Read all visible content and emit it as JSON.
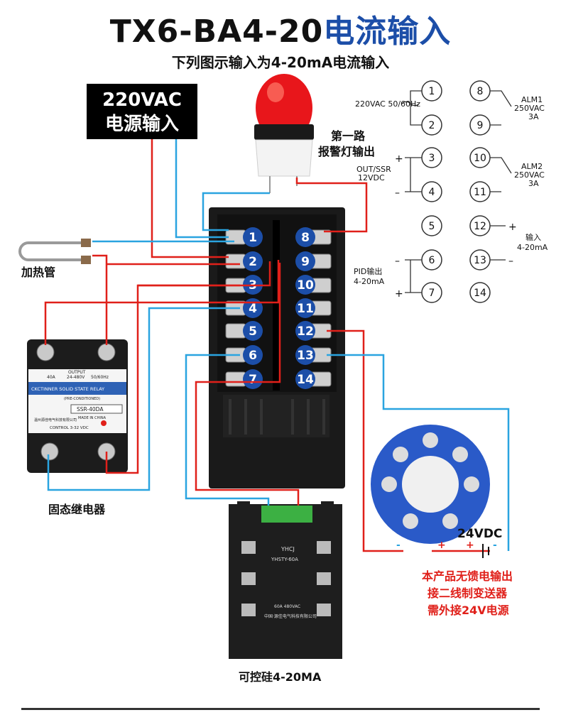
{
  "header": {
    "title_main": "TX6-BA4-20",
    "title_accent": "电流输入",
    "subtitle": "下列图示输入为4-20mA电流输入"
  },
  "power": {
    "line1": "220VAC",
    "line2": "电源输入"
  },
  "alarm_light": {
    "line1": "第一路",
    "line2": "报警灯输出"
  },
  "heater_label": "加热管",
  "ssr_label": "固态继电器",
  "scr_label": "可控硅4-20MA",
  "transmitter": {
    "voltage": "24VDC",
    "note1": "本产品无馈电输出",
    "note2": "接二线制变送器",
    "note3": "需外接24V电源"
  },
  "terminal_numbers_left": [
    "1",
    "2",
    "3",
    "4",
    "5",
    "6",
    "7"
  ],
  "terminal_numbers_right": [
    "8",
    "9",
    "10",
    "11",
    "12",
    "13",
    "14"
  ],
  "pin_legend": {
    "power_label": "220VAC\n50/60Hz",
    "out_ssr": "OUT/SSR",
    "out_12v": "12VDC",
    "pid_out": "PID输出",
    "pid_range": "4-20mA",
    "alm1": "ALM1",
    "alm1_spec": "250VAC",
    "alm1_a": "3A",
    "alm2": "ALM2",
    "alm2_spec": "250VAC",
    "alm2_a": "3A",
    "input": "输入",
    "input_range": "4-20mA",
    "pins_left": [
      "1",
      "2",
      "3",
      "4",
      "5",
      "6",
      "7"
    ],
    "pins_right": [
      "8",
      "9",
      "10",
      "11",
      "12",
      "13",
      "14"
    ]
  },
  "ssr": {
    "brand": "CKCTINNER SOLID STATE RELAY",
    "model": "SSR-40DA",
    "output": "OUTPUT",
    "spec": "24-480V",
    "freq": "50/60Hz",
    "amp": "40A",
    "control": "CONTROL 3-32 VDC",
    "made": "MADE IN CHINA",
    "pre": "(PRE-CONDITIONED)",
    "maker": "温州源佳电气科技有限公司"
  },
  "scr": {
    "brand": "YHCJ",
    "model": "YHSTY-60A",
    "maker": "中国·源佳电气科技有限公司",
    "rating": "60A 480VAC"
  },
  "colors": {
    "red_wire": "#e0201a",
    "blue_wire": "#2aa4e0",
    "accent_blue": "#1c4ea8"
  }
}
